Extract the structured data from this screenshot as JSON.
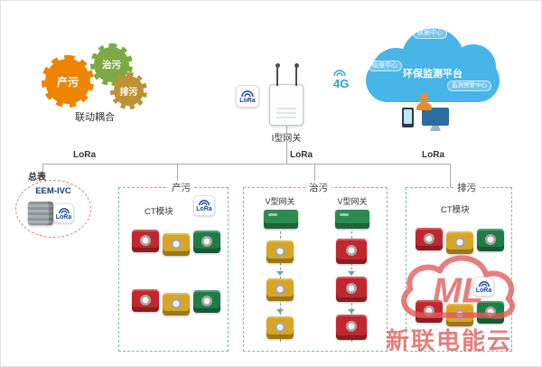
{
  "gears": {
    "gear1": "产污",
    "gear2": "治污",
    "gear3": "排污",
    "caption": "联动耦合"
  },
  "gateway": {
    "label": "I型网关",
    "lora_badge": "LoRa",
    "network": "4G"
  },
  "cloud": {
    "platform": "环保监测平台",
    "bubble_top": "数据中心",
    "bubble_left": "运维中心",
    "bubble_right": "监测预警中心"
  },
  "bus": {
    "lora_left": "LoRa",
    "lora_mid": "LoRa",
    "lora_right": "LoRa"
  },
  "meter": {
    "label": "总表",
    "model": "EEM-IVC",
    "lora_badge": "LoRa"
  },
  "box_chanwu": {
    "label": "产污",
    "ct_label": "CT模块",
    "lora_badge": "LoRa"
  },
  "box_zhiwu": {
    "label": "治污",
    "gateway1": "V型网关",
    "gateway2": "V型网关"
  },
  "box_paiwu": {
    "label": "排污",
    "ct_label": "CT模块",
    "lora_badge": "LoRa"
  },
  "watermark": {
    "logo": "ML",
    "brand": "新联电能云"
  },
  "colors": {
    "cloud_blue": "#47b5e7",
    "gear_orange": "#ee8400",
    "gear_green": "#7ca944",
    "gear_yellow": "#bd9136",
    "module_red": "#c1272d",
    "module_yellow": "#d9a521",
    "module_green": "#1e7d46",
    "vgateway_green": "#2e8b4f",
    "lora_blue": "#16418e",
    "box_dash_green": "#79c27e",
    "meter_dash_red": "#e87d7d",
    "watermark_red": "#e05a5a"
  }
}
